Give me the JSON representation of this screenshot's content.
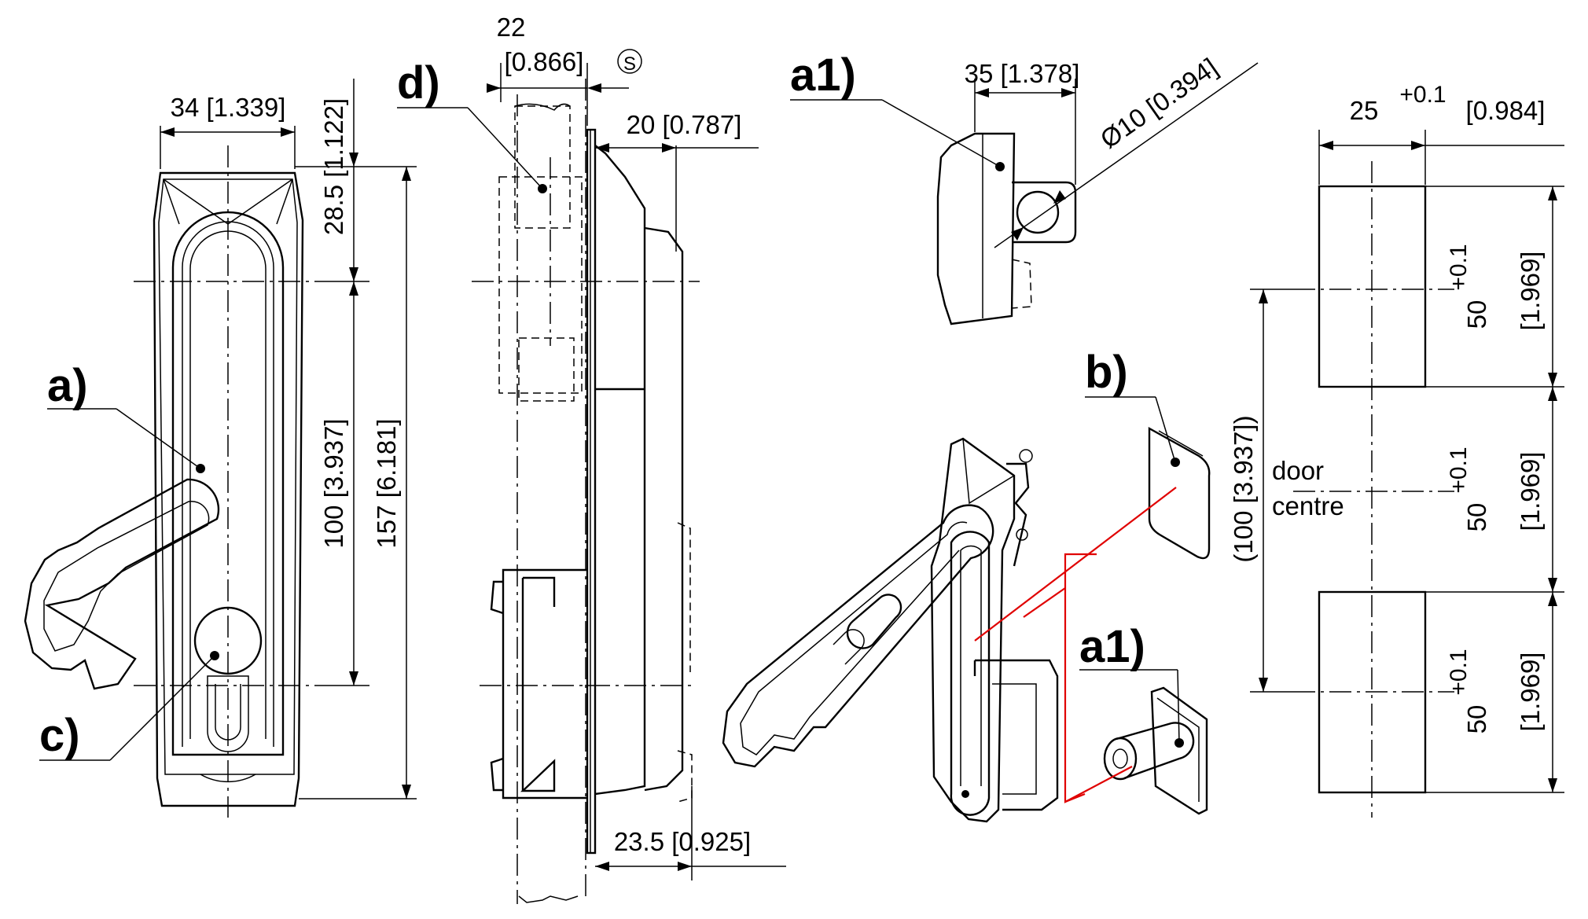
{
  "callouts": {
    "a": "a)",
    "a1_top": "a1)",
    "a1_bottom": "a1)",
    "b": "b)",
    "c": "c)",
    "d": "d)"
  },
  "front_view": {
    "width_dim": "34 [1.339]",
    "top_dim": "28.5 [1.122]",
    "pitch_dim": "100 [3.937]",
    "height_dim": "157 [6.181]"
  },
  "side_view": {
    "dim_22_value": "22",
    "dim_22_inch": "[0.866]",
    "s_symbol": "S",
    "depth_dim": "20 [0.787]",
    "depth_bottom_dim": "23.5 [0.925]"
  },
  "detail_a1": {
    "width_dim": "35 [1.378]",
    "diameter_dim": "Ø10 [0.394]"
  },
  "cutout": {
    "width_value": "25",
    "width_tol": "+0.1",
    "width_inch": "[0.984]",
    "slot_value": "50",
    "slot_tol": "+0.1",
    "slot_inch": "[1.969]",
    "pitch_dim": "(100 [3.937])",
    "door_label_1": "door",
    "door_label_2": "centre"
  },
  "colors": {
    "line": "#000000",
    "leader": "#e00000",
    "background": "#ffffff"
  }
}
